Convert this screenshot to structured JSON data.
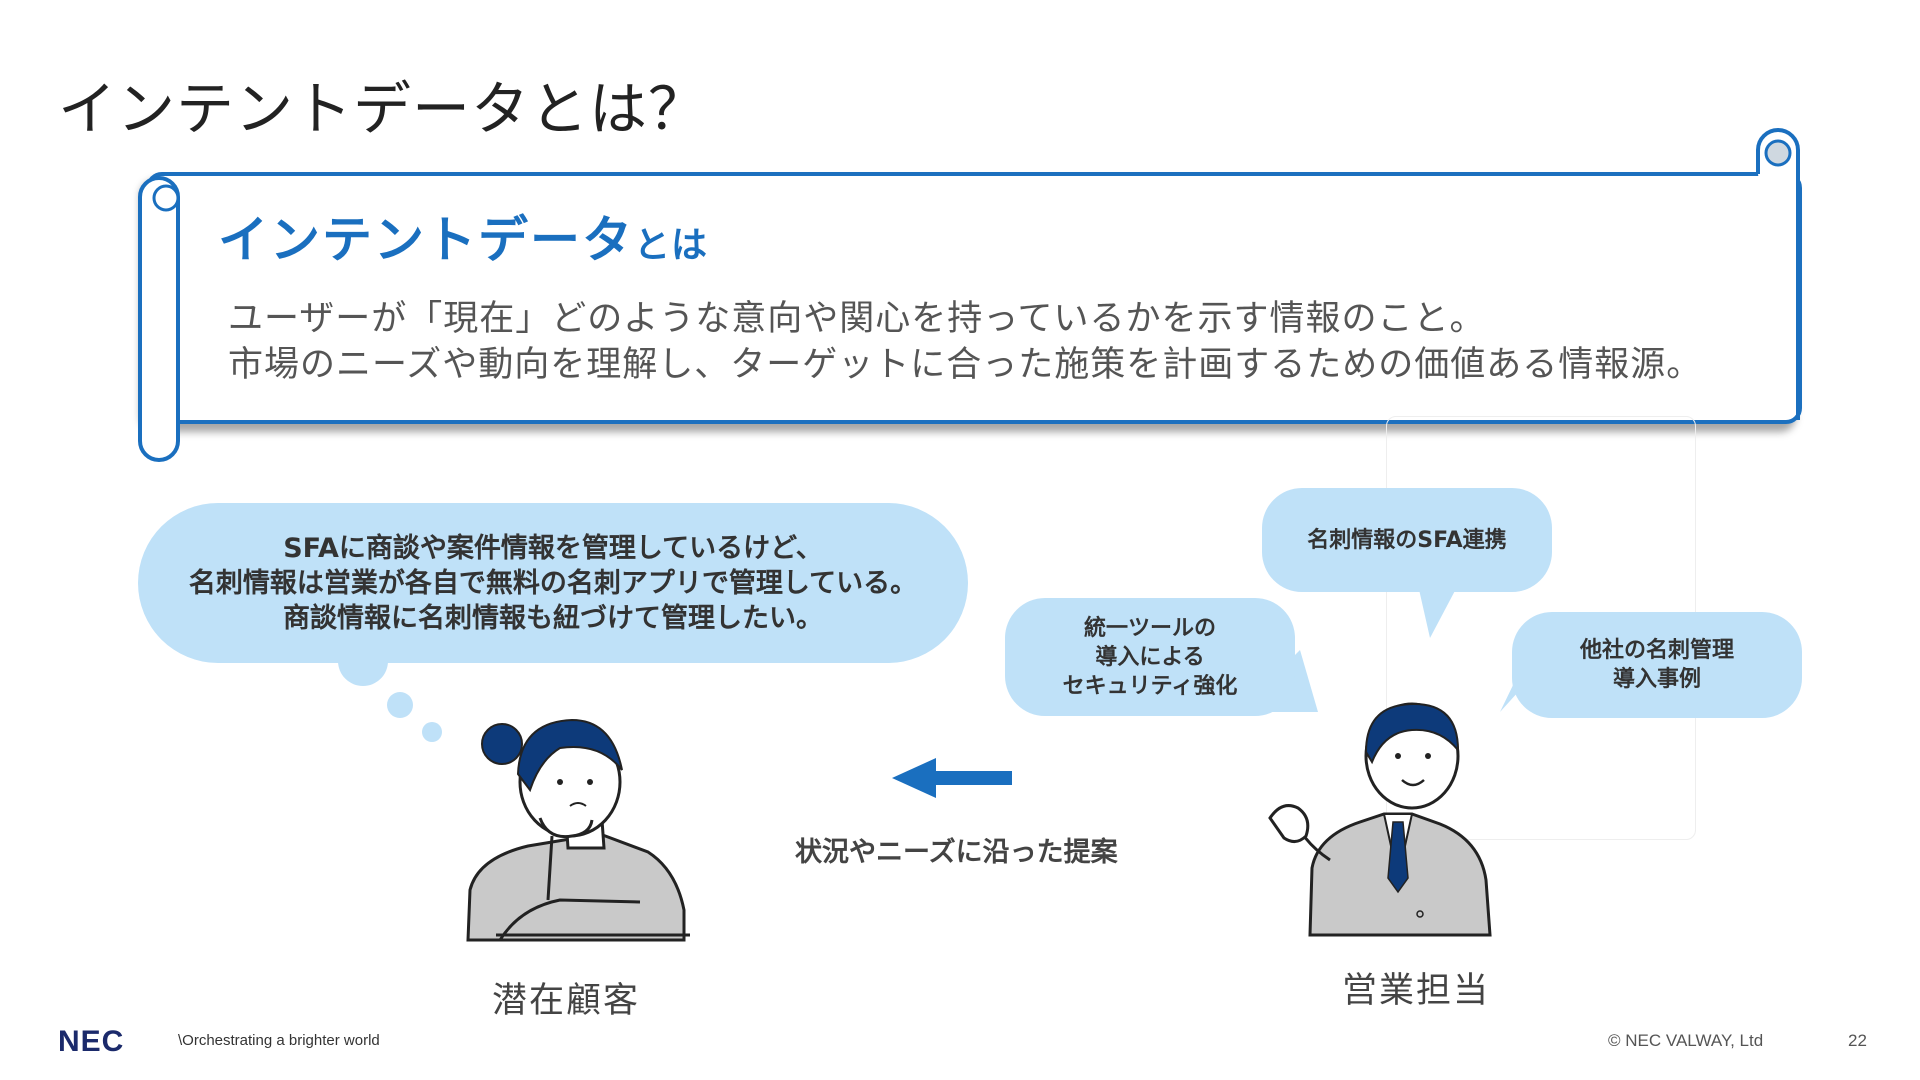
{
  "slide": {
    "title": "インテントデータとは？"
  },
  "banner": {
    "heading_main": "インテントデータ",
    "heading_suffix": "とは",
    "lines": [
      "ユーザーが「現在」どのような意向や関心を持っているかを示す情報のこと。",
      "市場のニーズや動向を理解し、ターゲットに合った施策を計画するための価値ある情報源。"
    ]
  },
  "customer_thought": {
    "lines": [
      "SFAに商談や案件情報を管理しているけど、",
      "名刺情報は営業が各自で無料の名刺アプリで管理している。",
      "商談情報に名刺情報も紐づけて管理したい。"
    ]
  },
  "sales_bubbles": {
    "top": [
      "名刺情報のSFA連携"
    ],
    "left": [
      "統一ツールの",
      "導入による",
      "セキュリティ強化"
    ],
    "right": [
      "他社の名刺管理",
      "導入事例"
    ]
  },
  "arrow_label": "状況やニーズに沿った提案",
  "roles": {
    "customer": "潜在顧客",
    "sales": "営業担当"
  },
  "footer": {
    "logo": "NEC",
    "slogan": "\\Orchestrating a brighter world",
    "copyright": "© NEC VALWAY, Ltd",
    "page_number": "22"
  },
  "colors": {
    "accent_blue": "#1a6fbf",
    "bubble_blue": "#bfe1f8",
    "figure_navy": "#0d3a7a"
  }
}
